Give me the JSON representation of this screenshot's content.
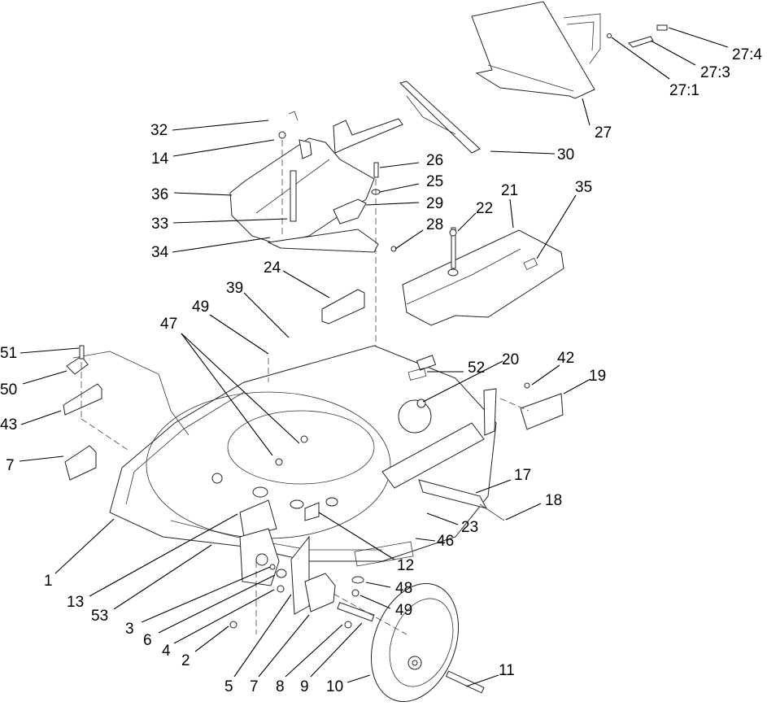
{
  "diagram": {
    "title": "Exploded parts diagram - mower deck, rear chute and front wheel assembly",
    "colors": {
      "ink": "#000000",
      "background": "#ffffff"
    },
    "callouts": [
      {
        "id": "c1",
        "label": "1",
        "part": "mower-deck"
      },
      {
        "id": "c2",
        "label": "2",
        "part": "nut"
      },
      {
        "id": "c3",
        "label": "3",
        "part": "bearing"
      },
      {
        "id": "c4",
        "label": "4",
        "part": "nut"
      },
      {
        "id": "c5",
        "label": "5",
        "part": "height-bracket"
      },
      {
        "id": "c6",
        "label": "6",
        "part": "washer"
      },
      {
        "id": "c7a",
        "label": "7",
        "part": "wheel-bracket-rear"
      },
      {
        "id": "c7b",
        "label": "7",
        "part": "wheel-bracket-front"
      },
      {
        "id": "c8",
        "label": "8",
        "part": "nut"
      },
      {
        "id": "c9",
        "label": "9",
        "part": "shoulder-bolt"
      },
      {
        "id": "c10",
        "label": "10",
        "part": "wheel"
      },
      {
        "id": "c11",
        "label": "11",
        "part": "axle-bolt"
      },
      {
        "id": "c12",
        "label": "12",
        "part": "height-adjust-knob"
      },
      {
        "id": "c13",
        "label": "13",
        "part": "height-adjuster-cover"
      },
      {
        "id": "c14",
        "label": "14",
        "part": "bolt"
      },
      {
        "id": "c17",
        "label": "17",
        "part": "rear-axle-cover"
      },
      {
        "id": "c18",
        "label": "18",
        "part": "rod"
      },
      {
        "id": "c19",
        "label": "19",
        "part": "rear-height-cover"
      },
      {
        "id": "c20",
        "label": "20",
        "part": "pulley"
      },
      {
        "id": "c21",
        "label": "21",
        "part": "belt-cover"
      },
      {
        "id": "c22",
        "label": "22",
        "part": "bolt"
      },
      {
        "id": "c23",
        "label": "23",
        "part": "nut"
      },
      {
        "id": "c24",
        "label": "24",
        "part": "cover"
      },
      {
        "id": "c25",
        "label": "25",
        "part": "washer"
      },
      {
        "id": "c26",
        "label": "26",
        "part": "bolt"
      },
      {
        "id": "c27",
        "label": "27",
        "part": "grass-bag-frame"
      },
      {
        "id": "c27_1",
        "label": "27:1",
        "part": "pin"
      },
      {
        "id": "c27_3",
        "label": "27:3",
        "part": "latch"
      },
      {
        "id": "c27_4",
        "label": "27:4",
        "part": "cap"
      },
      {
        "id": "c28",
        "label": "28",
        "part": "screw"
      },
      {
        "id": "c29",
        "label": "29",
        "part": "bracket"
      },
      {
        "id": "c30",
        "label": "30",
        "part": "chute-handle"
      },
      {
        "id": "c32",
        "label": "32",
        "part": "spring-pin"
      },
      {
        "id": "c33",
        "label": "33",
        "part": "spring"
      },
      {
        "id": "c34",
        "label": "34",
        "part": "rod-bracket"
      },
      {
        "id": "c35",
        "label": "35",
        "part": "decal"
      },
      {
        "id": "c36",
        "label": "36",
        "part": "rear-door"
      },
      {
        "id": "c39",
        "label": "39",
        "part": "nut"
      },
      {
        "id": "c42",
        "label": "42",
        "part": "screw"
      },
      {
        "id": "c43",
        "label": "43",
        "part": "front-height-cover"
      },
      {
        "id": "c46",
        "label": "46",
        "part": "decal"
      },
      {
        "id": "c47",
        "label": "47",
        "part": "bolt"
      },
      {
        "id": "c48",
        "label": "48",
        "part": "washer-tab"
      },
      {
        "id": "c49a",
        "label": "49",
        "part": "nut"
      },
      {
        "id": "c49b",
        "label": "49",
        "part": "nut"
      },
      {
        "id": "c50",
        "label": "50",
        "part": "bumper"
      },
      {
        "id": "c51",
        "label": "51",
        "part": "bolt"
      },
      {
        "id": "c52",
        "label": "52",
        "part": "decal"
      },
      {
        "id": "c53",
        "label": "53",
        "part": "gasket"
      }
    ]
  }
}
